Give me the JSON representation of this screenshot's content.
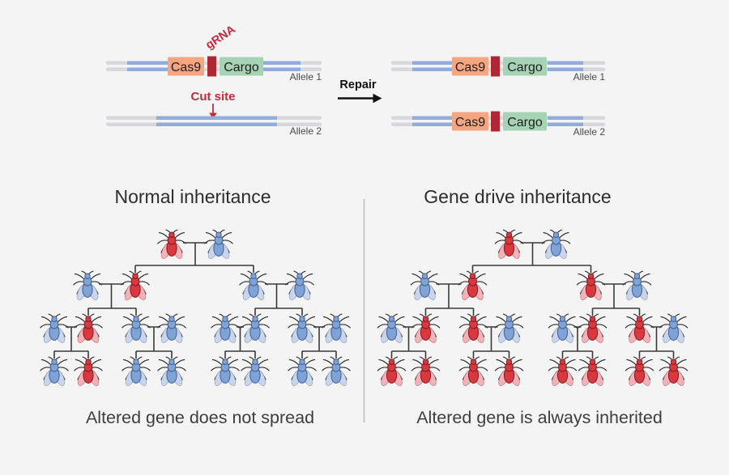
{
  "top_diagram": {
    "left": {
      "grna_label": "gRNA",
      "cas9_label": "Cas9",
      "cargo_label": "Cargo",
      "cut_site_label": "Cut site",
      "allele1_label": "Allele 1",
      "allele2_label": "Allele 2"
    },
    "repair_label": "Repair",
    "right": {
      "cas9_label": "Cas9",
      "cargo_label": "Cargo",
      "allele1_label": "Allele 1",
      "allele2_label": "Allele 2"
    }
  },
  "panels": [
    {
      "title": "Normal inheritance",
      "caption": "Altered gene does not spread",
      "generations": [
        [
          "red",
          "blue"
        ],
        [
          "blue",
          "red",
          "blue",
          "blue"
        ],
        [
          "blue",
          "red",
          "blue",
          "blue",
          "blue",
          "blue",
          "blue",
          "blue"
        ],
        [
          "blue",
          "red",
          "blue",
          "blue",
          "blue",
          "blue",
          "blue",
          "blue"
        ]
      ]
    },
    {
      "title": "Gene drive inheritance",
      "caption": "Altered gene is always inherited",
      "generations": [
        [
          "red",
          "blue"
        ],
        [
          "blue",
          "red",
          "red",
          "blue"
        ],
        [
          "blue",
          "red",
          "red",
          "blue",
          "blue",
          "red",
          "red",
          "blue"
        ],
        [
          "red",
          "red",
          "red",
          "red",
          "red",
          "red",
          "red",
          "red"
        ]
      ]
    }
  ],
  "colors": {
    "background": "#f5f4f5",
    "cas9_fill": "#f5a57f",
    "cargo_fill": "#a6d3b3",
    "grna_fill": "#ae2733",
    "dna_gray": "#d8d8da",
    "dna_blue": "#92abda",
    "accent_red": "#c32b3c",
    "tree_line": "#3a3a3a",
    "divider": "#bdbdbd"
  },
  "fly_colors": {
    "red": {
      "body": "#d9383f",
      "outline": "#7e1d24",
      "wing": "#f2b2b8"
    },
    "blue": {
      "body": "#80a3d7",
      "outline": "#44608c",
      "wing": "#c8d5ec"
    }
  }
}
